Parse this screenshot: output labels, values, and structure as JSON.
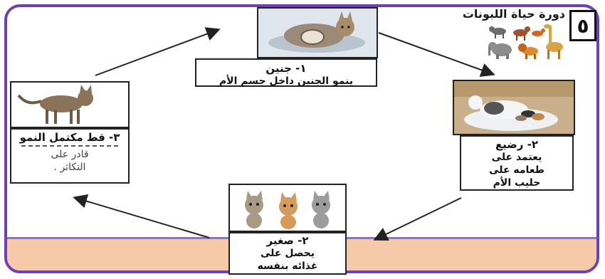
{
  "title": "دورة حياة اللبونات",
  "badge": "٥",
  "stages": {
    "embryo": {
      "heading": "١- جنين",
      "desc": "ينمو الجنين داخل جسم الأم"
    },
    "infant": {
      "heading": "٢- رضيع",
      "desc_lines": [
        "يعتمد على",
        "طعامه على",
        "حليب الأم"
      ]
    },
    "young": {
      "heading": "٢- صغير",
      "desc_lines": [
        "يحصل على",
        "غذائه بنفسه"
      ]
    },
    "adult": {
      "heading": "٣- قط مكتمل النمو",
      "desc_lines": [
        "قادر على",
        "التكاثر ."
      ]
    }
  },
  "colors": {
    "frame": "#6d3fb8",
    "band": "#f6c9a9"
  }
}
